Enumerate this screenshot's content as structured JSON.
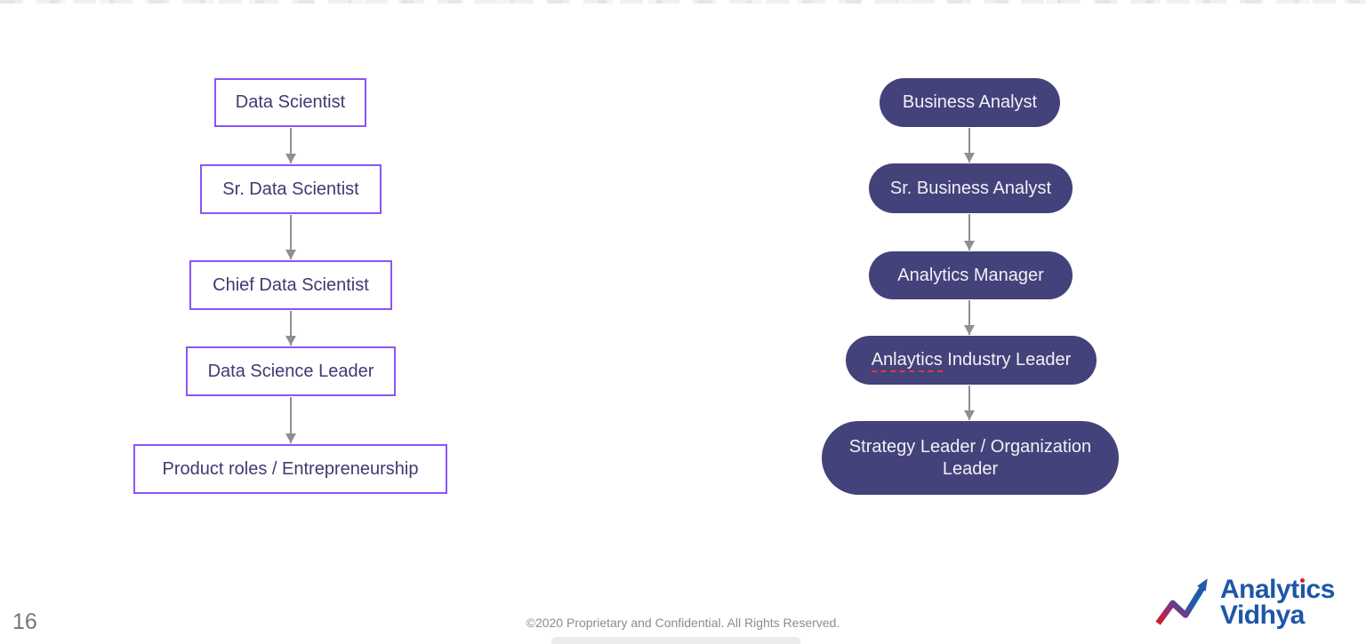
{
  "slide": {
    "page_number": "16",
    "footer_text": "©2020 Proprietary and Confidential. All Rights Reserved."
  },
  "left_flow": {
    "style": "outlined-rectangles",
    "boxes": [
      {
        "label": "Data Scientist"
      },
      {
        "label": "Sr. Data Scientist"
      },
      {
        "label": "Chief Data Scientist"
      },
      {
        "label": "Data Science Leader"
      },
      {
        "label": "Product roles / Entrepreneurship"
      }
    ]
  },
  "right_flow": {
    "style": "filled-pills",
    "boxes": [
      {
        "label": "Business Analyst"
      },
      {
        "label": "Sr. Business Analyst"
      },
      {
        "label": "Analytics Manager"
      },
      {
        "label_misspelled": "Anlaytics",
        "label_rest": " Industry Leader"
      },
      {
        "label": "Strategy Leader / Organization Leader"
      }
    ]
  },
  "logo": {
    "name": "Analytics Vidhya",
    "analytics_pre": "Analyt",
    "analytics_i": "ı",
    "analytics_post": "cs",
    "vidhya": "Vidhya"
  },
  "colors": {
    "accent_purple": "#8a55f7",
    "pill_fill": "#44427a",
    "rect_text": "#3d3b72",
    "pill_text": "#f1f0f7",
    "arrow": "#8f8f8f",
    "logo_blue": "#1e56a8",
    "logo_red": "#e11b22",
    "squiggle_red": "#e0393e",
    "footer_gray": "#8c8c8c",
    "page_num_gray": "#757575"
  }
}
